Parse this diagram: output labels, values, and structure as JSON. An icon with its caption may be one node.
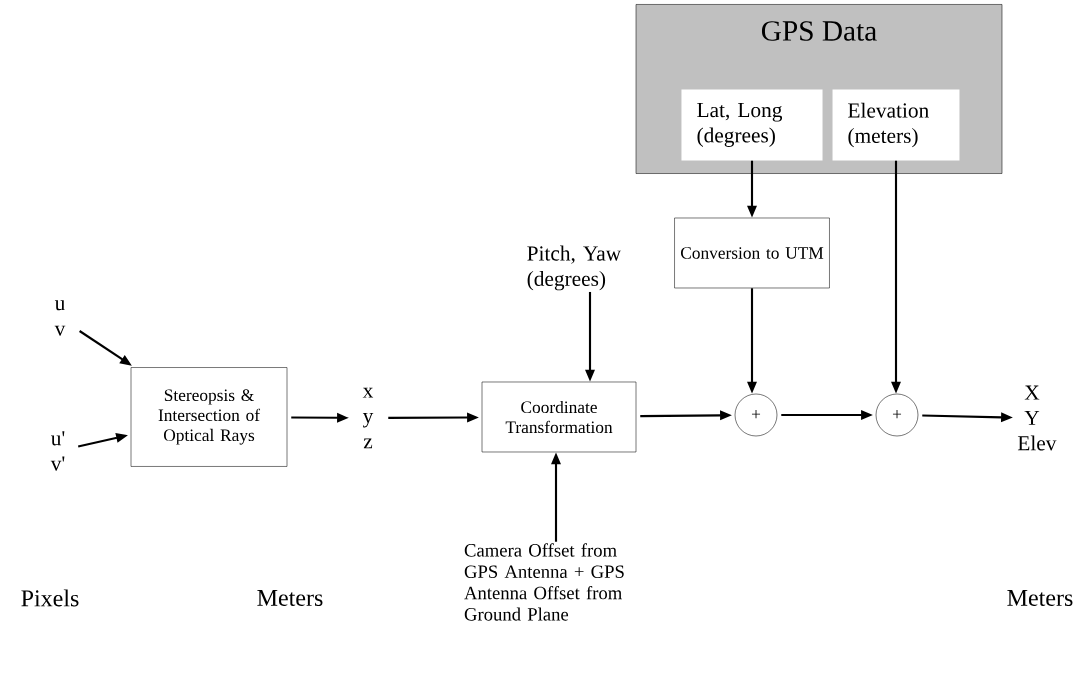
{
  "diagram": {
    "nodes": [
      {
        "text": [
          "GPS Data"
        ]
      },
      {
        "text": [
          "Lat, Long (degrees)"
        ],
        "in": 0
      },
      {
        "text": [
          "Elevation (meters)"
        ],
        "in": 0
      },
      {
        "text": [
          "Pitch, Yaw (degrees)"
        ]
      },
      {
        "text": [
          "Conversion to UTM"
        ]
      },
      {
        "text": [
          "u v"
        ]
      },
      {
        "text": [
          "Stereopsis & Intersection of Optical Rays"
        ]
      },
      {
        "text": [
          "x y z"
        ]
      },
      {
        "text": [
          "Coordinate Transformation"
        ]
      },
      {
        "text": [
          "+"
        ]
      },
      {
        "text": [
          "+"
        ]
      },
      {
        "text": [
          "X Y Elev"
        ]
      },
      {
        "text": [
          "u' v'"
        ]
      },
      {
        "text": [
          "Camera Offset from GPS Antenna + GPS Antenna Offset from Ground Plane"
        ]
      }
    ],
    "edges": [
      {
        "from": 5,
        "to": 6,
        "arrow": "to"
      },
      {
        "from": 12,
        "to": 6,
        "arrow": "to"
      },
      {
        "from": 6,
        "to": 7,
        "arrow": "to"
      },
      {
        "from": 7,
        "to": 8,
        "arrow": "to"
      },
      {
        "from": 3,
        "to": 8,
        "arrow": "to"
      },
      {
        "from": 13,
        "to": 8,
        "arrow": "to"
      },
      {
        "from": 1,
        "to": 4,
        "arrow": "to"
      },
      {
        "from": 8,
        "to": 9,
        "arrow": "to"
      },
      {
        "from": 4,
        "to": 9,
        "arrow": "to"
      },
      {
        "from": 9,
        "to": 10,
        "arrow": "to"
      },
      {
        "from": 2,
        "to": 10,
        "arrow": "to"
      },
      {
        "from": 10,
        "to": 11,
        "arrow": "to"
      }
    ],
    "labels": [
      "Pixels",
      "Meters",
      "Meters"
    ]
  }
}
